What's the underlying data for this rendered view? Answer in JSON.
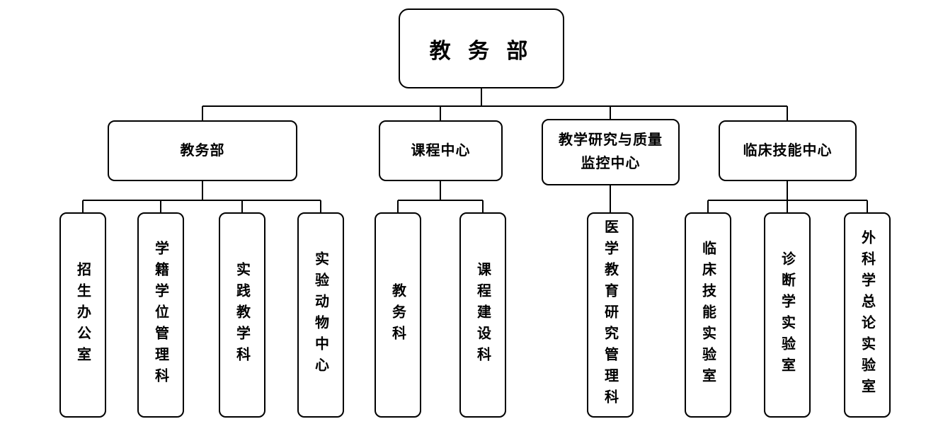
{
  "chart": {
    "root": {
      "label": "教 务 部"
    },
    "branches": [
      {
        "label": "教务部",
        "children": [
          {
            "label": "招生办公室"
          },
          {
            "label": "学籍学位管理科"
          },
          {
            "label": "实践教学科"
          },
          {
            "label": "实验动物中心"
          }
        ]
      },
      {
        "label": "课程中心",
        "children": [
          {
            "label": "教务科"
          },
          {
            "label": "课程建设科"
          }
        ]
      },
      {
        "label": "教学研究与质量\n监控中心",
        "children": [
          {
            "label": "医学教育研究管理科"
          }
        ]
      },
      {
        "label": "临床技能中心",
        "children": [
          {
            "label": "临床技能实验室"
          },
          {
            "label": "诊断学实验室"
          },
          {
            "label": "外科学总论实验室"
          }
        ]
      }
    ]
  }
}
